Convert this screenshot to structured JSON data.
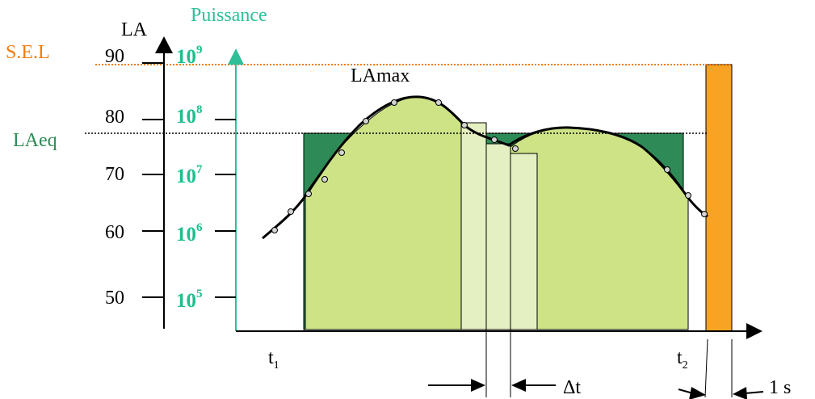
{
  "labels": {
    "axis_la": "LA",
    "axis_puissance": "Puissance",
    "sel": "S.E.L",
    "laeq": "LAeq",
    "lamax": "LAmax",
    "t1_base": "t",
    "t1_sub": "1",
    "t2_base": "t",
    "t2_sub": "2",
    "delta_t": "Δt",
    "one_second": "1 s"
  },
  "la_ticks": [
    "90",
    "80",
    "70",
    "60",
    "50"
  ],
  "power_ticks": [
    {
      "base": "10",
      "exp": "9"
    },
    {
      "base": "10",
      "exp": "8"
    },
    {
      "base": "10",
      "exp": "7"
    },
    {
      "base": "10",
      "exp": "6"
    },
    {
      "base": "10",
      "exp": "5"
    }
  ],
  "colors": {
    "sel": "#f07d12",
    "puissance": "#2ebf99",
    "power_tick": "#1fbf8f",
    "laeq_fill": "#2e8b57",
    "area_fill": "#cde386",
    "bar_fill": "#e5f0c2",
    "sel_bar": "#f8a323",
    "sample_point": "#d3d3d3"
  }
}
